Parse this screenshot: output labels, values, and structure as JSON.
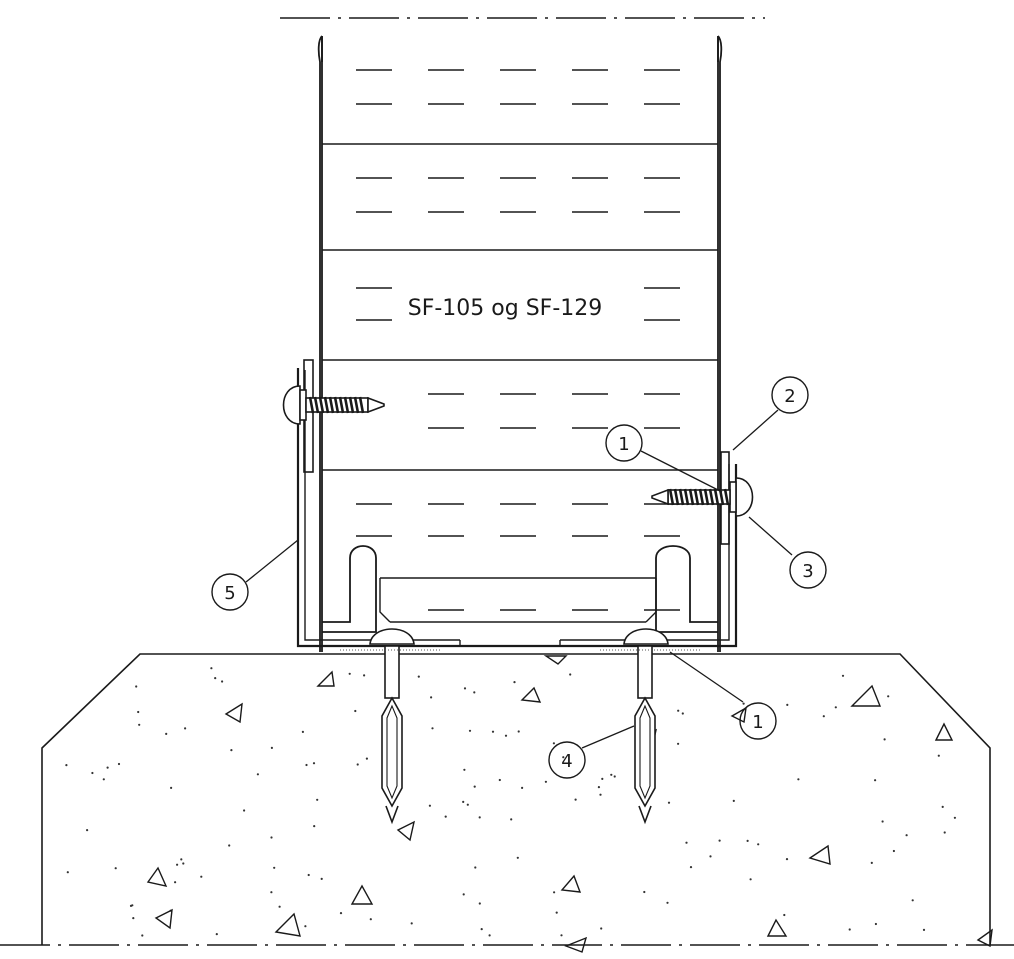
{
  "panel_label": "SF-105 og SF-129",
  "callouts": [
    {
      "id": "callout-1-upper",
      "text": "1"
    },
    {
      "id": "callout-2",
      "text": "2"
    },
    {
      "id": "callout-3",
      "text": "3"
    },
    {
      "id": "callout-4",
      "text": "4"
    },
    {
      "id": "callout-5",
      "text": "5"
    },
    {
      "id": "callout-1-lower",
      "text": "1"
    }
  ],
  "colors": {
    "line": "#1a1a1a",
    "background": "#ffffff"
  }
}
